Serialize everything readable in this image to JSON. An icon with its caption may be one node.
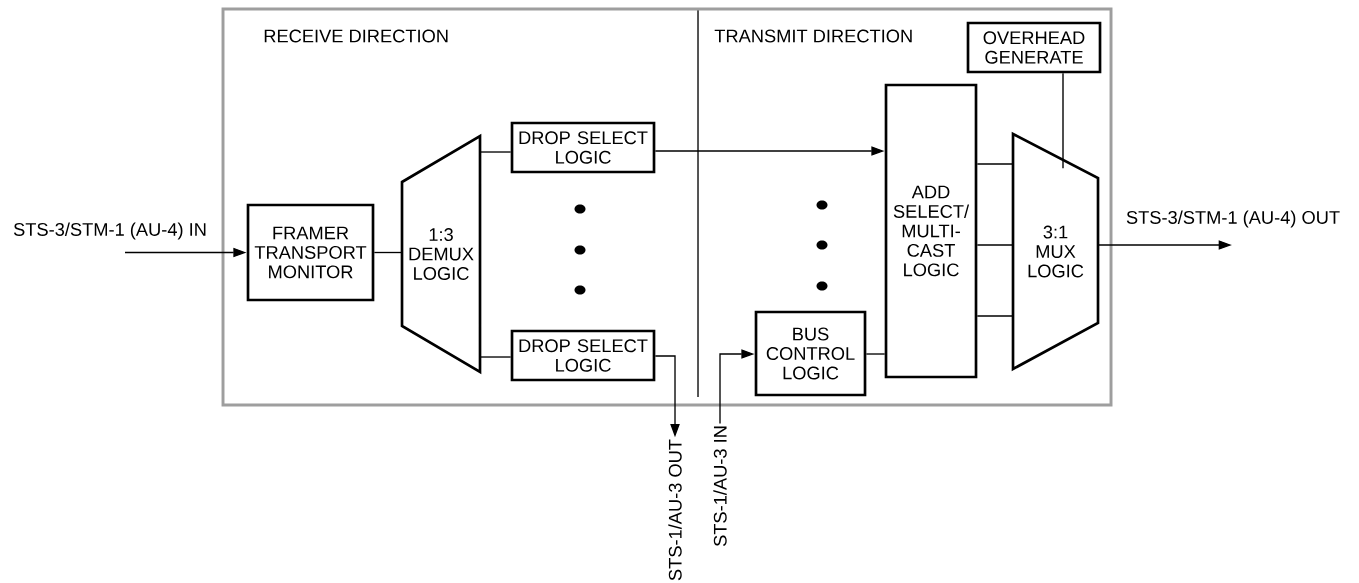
{
  "diagram": {
    "nodes": [
      {
        "text": [
          "RECEIVE DIRECTION",
          "TRANSMIT DIRECTION"
        ]
      },
      {
        "text": [
          "FRAMER TRANSPORT MONITOR"
        ],
        "in": 0
      },
      {
        "text": [
          "1:3 DEMUX LOGIC"
        ],
        "in": 0
      },
      {
        "text": [
          "DROP SELECT LOGIC"
        ],
        "in": 0
      },
      {
        "text": [
          "DROP SELECT LOGIC"
        ],
        "in": 0
      },
      {
        "text": [
          "STS-1/AU-3 OUT"
        ]
      },
      {
        "text": [
          "STS-1/AU-3 IN"
        ]
      },
      {
        "text": [
          "BUS CONTROL LOGIC"
        ],
        "in": 0
      },
      {
        "text": [
          "ADD SELECT/ MULTI- CAST LOGIC"
        ],
        "in": 0
      },
      {
        "text": [
          "OVERHEAD GENERATE"
        ],
        "in": 0
      },
      {
        "text": [
          "3:1 MUX LOGIC"
        ],
        "in": 0
      }
    ],
    "edges": [
      {
        "from": null,
        "to": 1,
        "arrow": "to",
        "label": "STS-3/STM-1 (AU-4) IN"
      },
      {
        "from": 1,
        "to": 2,
        "arrow": "none"
      },
      {
        "from": 2,
        "to": 3,
        "arrow": "none"
      },
      {
        "from": 2,
        "to": 4,
        "arrow": "none"
      },
      {
        "from": 3,
        "to": 8,
        "arrow": "to"
      },
      {
        "from": 4,
        "to": 5,
        "arrow": "to"
      },
      {
        "from": 6,
        "to": 7,
        "arrow": "to"
      },
      {
        "from": 7,
        "to": 8,
        "arrow": "none"
      },
      {
        "from": 8,
        "to": 10,
        "arrow": "none"
      },
      {
        "from": 8,
        "to": 10,
        "arrow": "none"
      },
      {
        "from": 8,
        "to": 10,
        "arrow": "none"
      },
      {
        "from": 9,
        "to": 10,
        "arrow": "none"
      },
      {
        "from": 10,
        "to": null,
        "arrow": "to",
        "label": "STS-3/STM-1 (AU-4) OUT"
      }
    ]
  }
}
